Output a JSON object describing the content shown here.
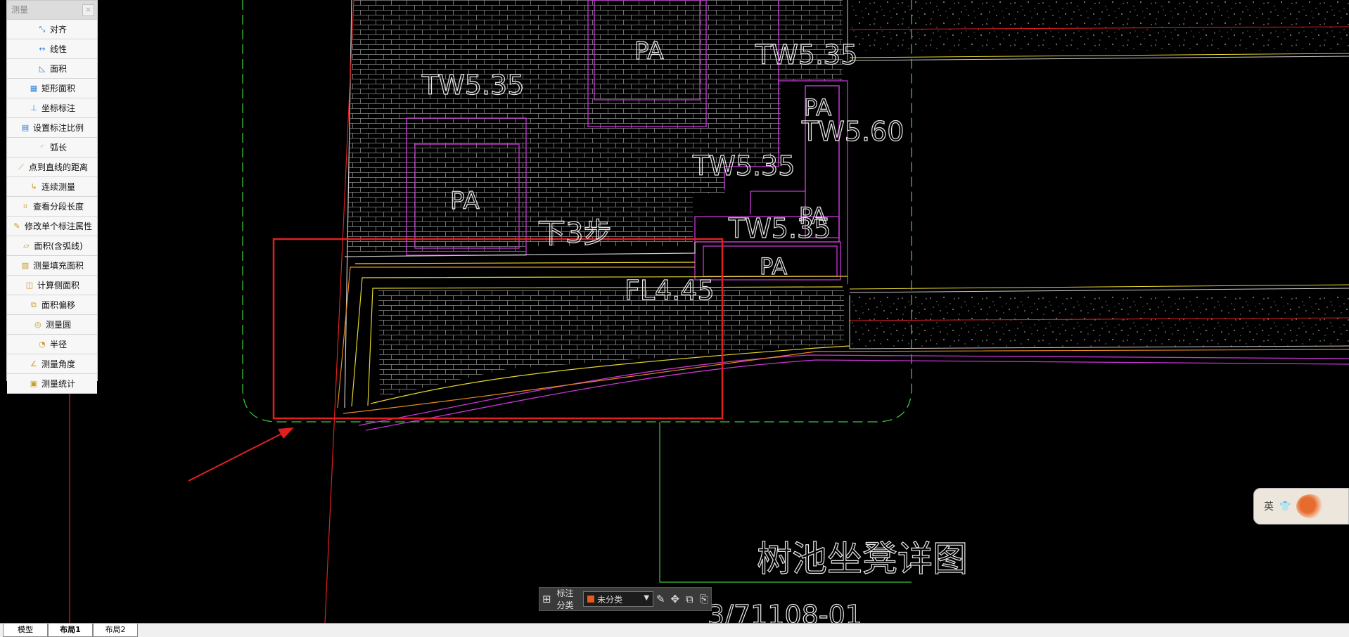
{
  "panel": {
    "title": "测量",
    "close_label": "×",
    "items": [
      {
        "label": "对齐",
        "icon": "align-icon"
      },
      {
        "label": "线性",
        "icon": "linear-dimension-icon"
      },
      {
        "label": "面积",
        "icon": "area-icon"
      },
      {
        "label": "矩形面积",
        "icon": "rect-area-icon"
      },
      {
        "label": "坐标标注",
        "icon": "coordinate-icon"
      },
      {
        "label": "设置标注比例",
        "icon": "scale-icon"
      },
      {
        "label": "弧长",
        "icon": "arc-length-icon"
      },
      {
        "label": "点到直线的距离",
        "icon": "point-line-distance-icon"
      },
      {
        "label": "连续测量",
        "icon": "continuous-measure-icon"
      },
      {
        "label": "查看分段长度",
        "icon": "segment-length-icon"
      },
      {
        "label": "修改单个标注属性",
        "icon": "edit-dimension-icon"
      },
      {
        "label": "面积(含弧线)",
        "icon": "arc-area-icon"
      },
      {
        "label": "测量填充面积",
        "icon": "hatch-area-icon"
      },
      {
        "label": "计算侧面积",
        "icon": "side-area-icon"
      },
      {
        "label": "面积偏移",
        "icon": "area-offset-icon"
      },
      {
        "label": "测量圆",
        "icon": "measure-circle-icon"
      },
      {
        "label": "半径",
        "icon": "radius-icon"
      },
      {
        "label": "测量角度",
        "icon": "measure-angle-icon"
      },
      {
        "label": "测量统计",
        "icon": "measure-stats-icon"
      }
    ]
  },
  "drawing": {
    "labels": {
      "pa1": "PA",
      "pa2": "PA",
      "pa3": "PA",
      "pa4": "PA",
      "pa5": "PA",
      "tw1": "TW5.35",
      "tw2": "TW5.35",
      "tw3": "TW5.35",
      "tw4": "TW5.35",
      "tw5": "TW5.60",
      "steps": "下3步",
      "fl": "FL4.45",
      "detail_title": "树池坐凳详图",
      "detail_code": "3/71108-01"
    }
  },
  "toolbar": {
    "category_label": "标注分类",
    "category_value": "未分类",
    "category_color": "#e35a1c"
  },
  "tabs": [
    "模型",
    "布局1",
    "布局2"
  ],
  "ime": {
    "mode": "英"
  },
  "colors": {
    "background": "#000000",
    "magenta": "#c836d6",
    "green_dash": "#39c639",
    "yellow": "#e6d530",
    "red": "#e02020",
    "orange": "#e88a20"
  }
}
